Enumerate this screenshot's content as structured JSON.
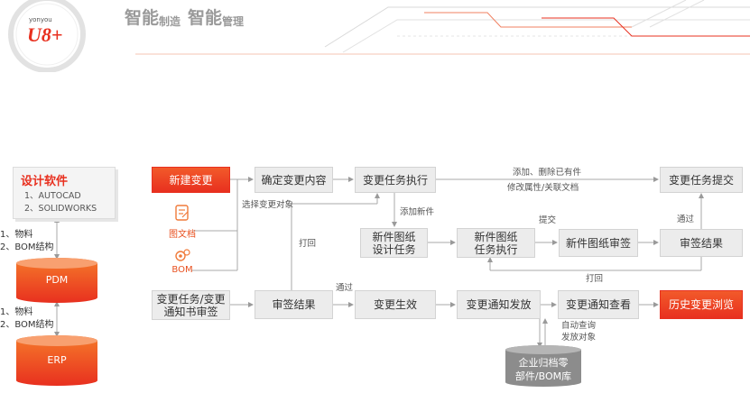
{
  "header": {
    "logo_brand": "yonyou",
    "logo_text": "U8+",
    "slogan_part1": "智能",
    "slogan_part2": "制造",
    "slogan_part3": "智能",
    "slogan_part4": "管理"
  },
  "left": {
    "design_title": "设计软件",
    "design_items": [
      "1、AUTOCAD",
      "2、SOLIDWORKS"
    ],
    "pdm": "PDM",
    "erp": "ERP",
    "links_upper": [
      "1、物料",
      "2、BOM结构"
    ],
    "links_lower": [
      "1、物料",
      "2、BOM结构"
    ]
  },
  "sources": {
    "drawing_doc": "图文档",
    "bom": "BOM"
  },
  "nodes": {
    "new_change": "新建变更",
    "confirm_content": "确定变更内容",
    "task_execute": "变更任务执行",
    "task_submit": "变更任务提交",
    "new_drawing_design_1": "新件图纸",
    "new_drawing_design_2": "设计任务",
    "new_drawing_exec_1": "新件图纸",
    "new_drawing_exec_2": "任务执行",
    "new_drawing_review": "新件图纸审签",
    "review_result_top": "审签结果",
    "notice_review_1": "变更任务/变更",
    "notice_review_2": "通知书审签",
    "review_result_bottom": "审签结果",
    "change_effective": "变更生效",
    "notice_publish": "变更通知发放",
    "notice_view": "变更通知查看",
    "history_browse": "历史变更浏览",
    "archive_1": "企业归档零",
    "archive_2": "部件/BOM库"
  },
  "edge_labels": {
    "add_delete": "添加、删除已有件",
    "modify_attr": "修改属性/关联文档",
    "select_object": "选择变更对象",
    "add_new_part": "添加新件",
    "submit": "提交",
    "pass_top": "通过",
    "return_left": "打回",
    "return_bottom": "打回",
    "pass_bottom": "通过",
    "auto_query_1": "自动查询",
    "auto_query_2": "发放对象"
  },
  "colors": {
    "accent_red": "#e8301f",
    "box_gray": "#ececec",
    "archive_gray": "#8c8c8c"
  }
}
